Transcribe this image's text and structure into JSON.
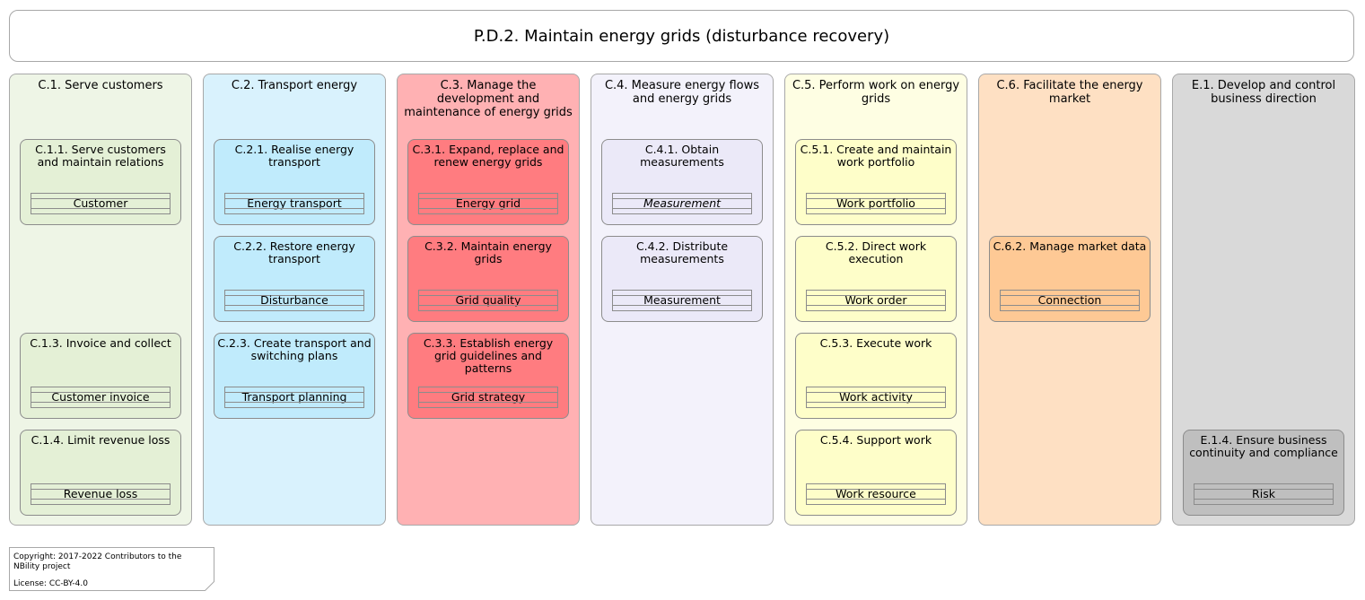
{
  "title": "P.D.2. Maintain energy grids (disturbance recovery)",
  "columns": [
    {
      "title": "C.1. Serve customers",
      "bg": "#eef5e6",
      "cap_bg": "#e4f0d6",
      "caps": [
        {
          "slot": 0,
          "title": "C.1.1. Serve customers and maintain relations",
          "object": "Customer"
        },
        {
          "slot": 2,
          "title": "C.1.3. Invoice and collect",
          "object": "Customer invoice"
        },
        {
          "slot": 3,
          "title": "C.1.4. Limit revenue loss",
          "object": "Revenue loss"
        }
      ]
    },
    {
      "title": "C.2. Transport energy",
      "bg": "#d9f2fd",
      "cap_bg": "#c0ebfc",
      "caps": [
        {
          "slot": 0,
          "title": "C.2.1. Realise energy transport",
          "object": "Energy transport"
        },
        {
          "slot": 1,
          "title": "C.2.2. Restore energy transport",
          "object": "Disturbance"
        },
        {
          "slot": 2,
          "title": "C.2.3. Create transport and switching plans",
          "object": "Transport planning"
        }
      ]
    },
    {
      "title": "C.3. Manage the development and maintenance of energy grids",
      "bg": "#ffb1b3",
      "cap_bg": "#ff7c80",
      "caps": [
        {
          "slot": 0,
          "title": "C.3.1. Expand, replace and renew energy grids",
          "object": "Energy grid"
        },
        {
          "slot": 1,
          "title": "C.3.2. Maintain energy grids",
          "object": "Grid quality"
        },
        {
          "slot": 2,
          "title": "C.3.3. Establish energy grid guidelines and patterns",
          "object": "Grid strategy"
        }
      ]
    },
    {
      "title": "C.4. Measure energy flows and energy grids",
      "bg": "#f3f2fb",
      "cap_bg": "#ebe9f8",
      "caps": [
        {
          "slot": 0,
          "title": "C.4.1. Obtain measurements",
          "object": "Measurement",
          "italic": true
        },
        {
          "slot": 1,
          "title": "C.4.2. Distribute measurements",
          "object": "Measurement"
        }
      ]
    },
    {
      "title": "C.5. Perform work on energy grids",
      "bg": "#fefee3",
      "cap_bg": "#fefec9",
      "caps": [
        {
          "slot": 0,
          "title": "C.5.1. Create and maintain work portfolio",
          "object": "Work portfolio"
        },
        {
          "slot": 1,
          "title": "C.5.2. Direct work execution",
          "object": "Work order"
        },
        {
          "slot": 2,
          "title": "C.5.3. Execute work",
          "object": "Work activity"
        },
        {
          "slot": 3,
          "title": "C.5.4. Support work",
          "object": "Work resource"
        }
      ]
    },
    {
      "title": "C.6. Facilitate the energy market",
      "bg": "#fee0c3",
      "cap_bg": "#fec995",
      "caps": [
        {
          "slot": 1,
          "title": "C.6.2. Manage market data",
          "object": "Connection"
        }
      ]
    },
    {
      "title": "E.1. Develop and control business direction",
      "bg": "#d9d9d9",
      "cap_bg": "#bfbfbf",
      "caps": [
        {
          "slot": 3,
          "title": "E.1.4. Ensure business continuity and compliance",
          "object": "Risk"
        }
      ]
    }
  ],
  "note": {
    "copyright": "Copyright: 2017-2022 Contributors to the NBility project",
    "license": "License: CC-BY-4.0"
  }
}
